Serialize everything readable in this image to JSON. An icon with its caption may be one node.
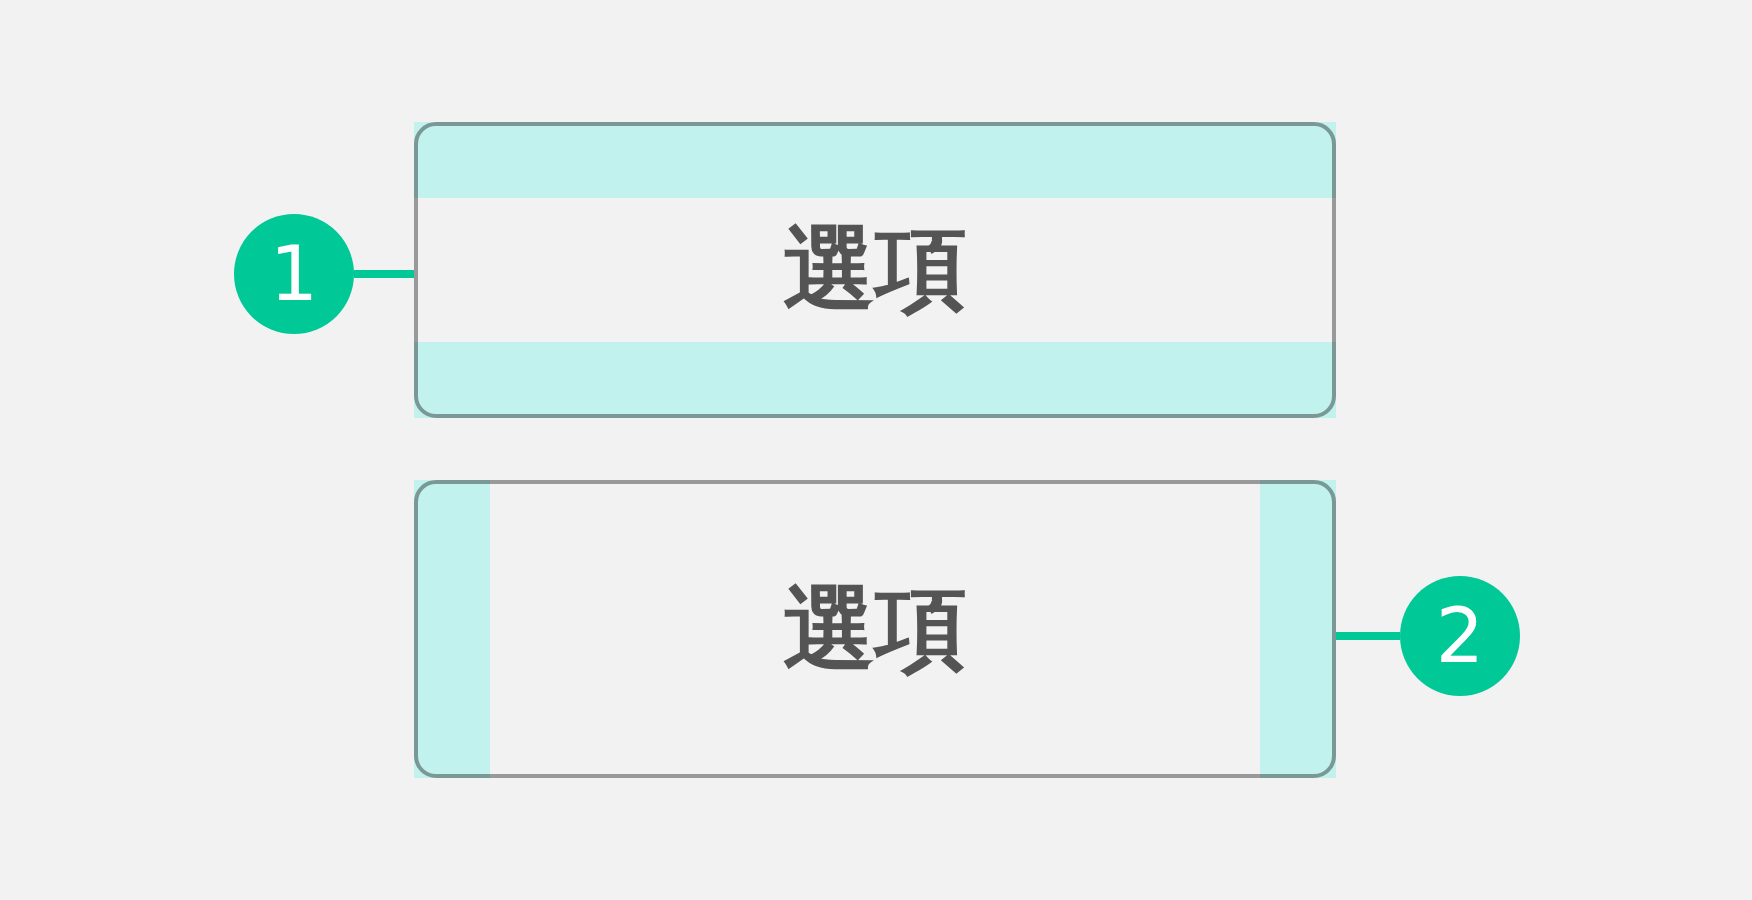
{
  "diagram": {
    "nodes": [
      {
        "text": [
          "1"
        ]
      },
      {
        "text": [
          "選項"
        ]
      },
      {
        "text": [],
        "shape": "bar",
        "in": 1
      },
      {
        "text": [],
        "shape": "bar",
        "in": 1
      },
      {
        "text": [
          "選項"
        ]
      },
      {
        "text": [],
        "shape": "bar",
        "in": 4
      },
      {
        "text": [],
        "shape": "bar",
        "in": 4
      },
      {
        "text": [
          "2"
        ]
      }
    ],
    "edges": [
      {
        "from": 0,
        "to": 1,
        "arrow": "none"
      },
      {
        "from": 7,
        "to": 4,
        "arrow": "none"
      }
    ]
  }
}
